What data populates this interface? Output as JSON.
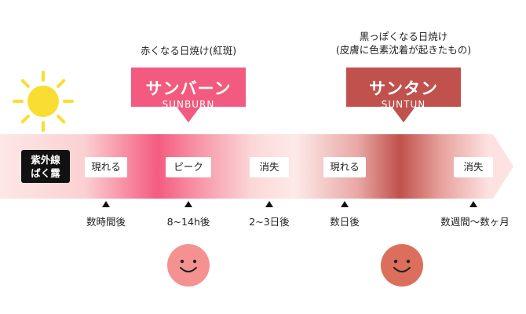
{
  "sunburn": {
    "caption": "赤くなる日焼け(紅斑)",
    "title": "サンバーン",
    "subtitle": "SUNBURN"
  },
  "suntan": {
    "caption_line1": "黒っぽくなる日焼け",
    "caption_line2": "(皮膚に色素沈着が起きたもの)",
    "title": "サンタン",
    "subtitle": "SUNTUN"
  },
  "uv_exposure": {
    "line1": "紫外線",
    "line2": "ばく露"
  },
  "stages": [
    {
      "label": "現れる"
    },
    {
      "label": "ピーク"
    },
    {
      "label": "消失"
    },
    {
      "label": "現れる"
    },
    {
      "label": "消失"
    }
  ],
  "times": [
    {
      "label": "数時間後"
    },
    {
      "label": "8~14h後"
    },
    {
      "label": "2~3日後"
    },
    {
      "label": "数日後"
    },
    {
      "label": "数週間〜数ヶ月"
    }
  ],
  "colors": {
    "sunburn": "#f25b7f",
    "suntan": "#c0514c",
    "sun": "#f9dd33",
    "face_sunburn": "#f59291",
    "face_suntan": "#db6f5c",
    "band_light": "#fde2e1"
  },
  "icons": {
    "sun": "sun-icon",
    "face_sunburn": "smiley-face-icon",
    "face_suntan": "smiley-face-icon"
  }
}
